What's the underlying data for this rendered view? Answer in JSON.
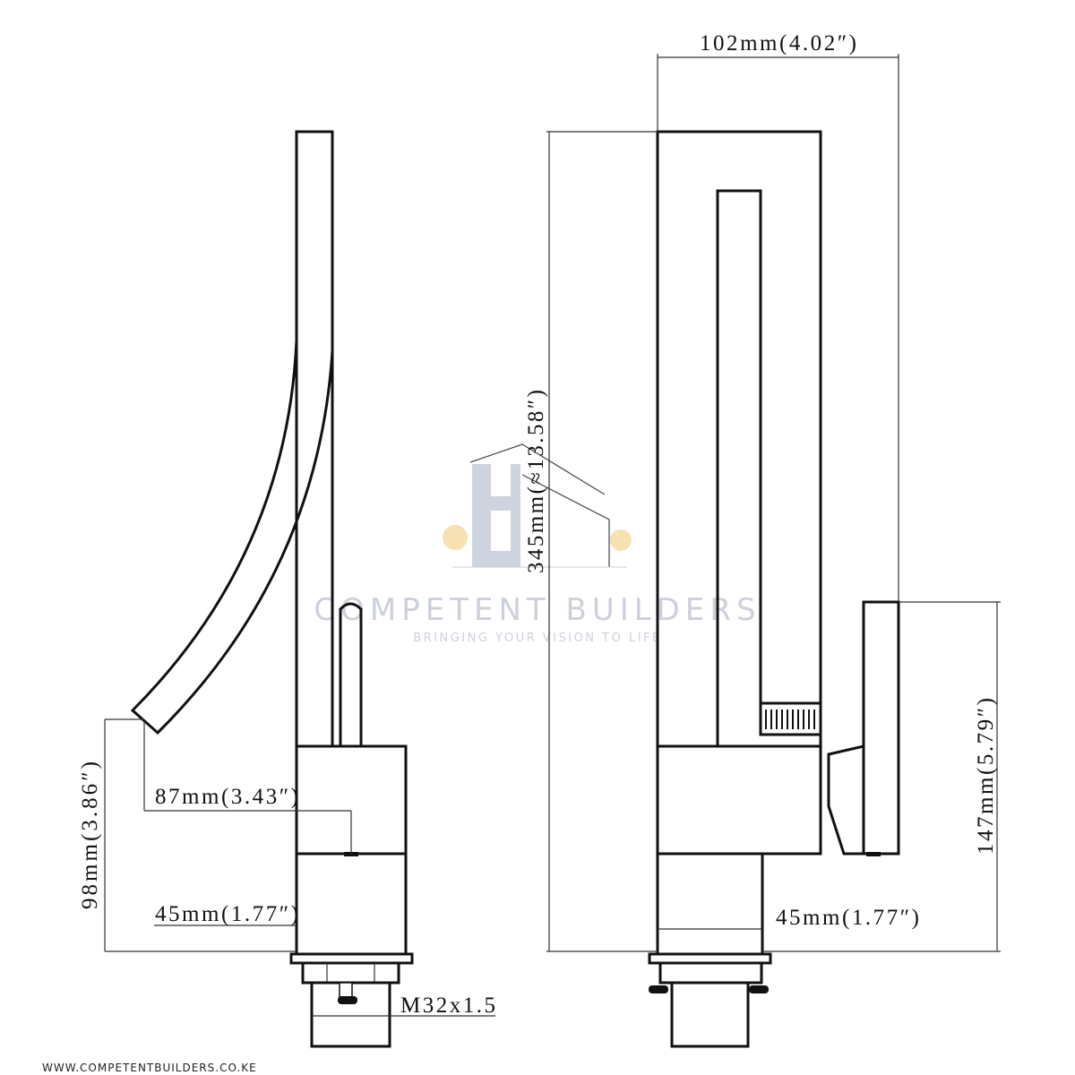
{
  "dimensions": {
    "left_view": {
      "spout_reach": "87mm(3.43″)",
      "spout_height": "98mm(3.86″)",
      "body_width": "45mm(1.77″)",
      "thread": "M32x1.5"
    },
    "right_view": {
      "total_width": "102mm(4.02″)",
      "total_height": "345mm(≈13.58″)",
      "handle_height": "147mm(5.79″)",
      "body_width": "45mm(1.77″)"
    }
  },
  "watermark": {
    "brand": "COMPETENT BUILDERS",
    "tagline": "BRINGING YOUR VISION TO LIFE",
    "colors": {
      "building": "#c9d0dc",
      "tree": "#f7deaa"
    }
  },
  "footer": {
    "website": "WWW.COMPETENTBUILDERS.CO.KE"
  }
}
